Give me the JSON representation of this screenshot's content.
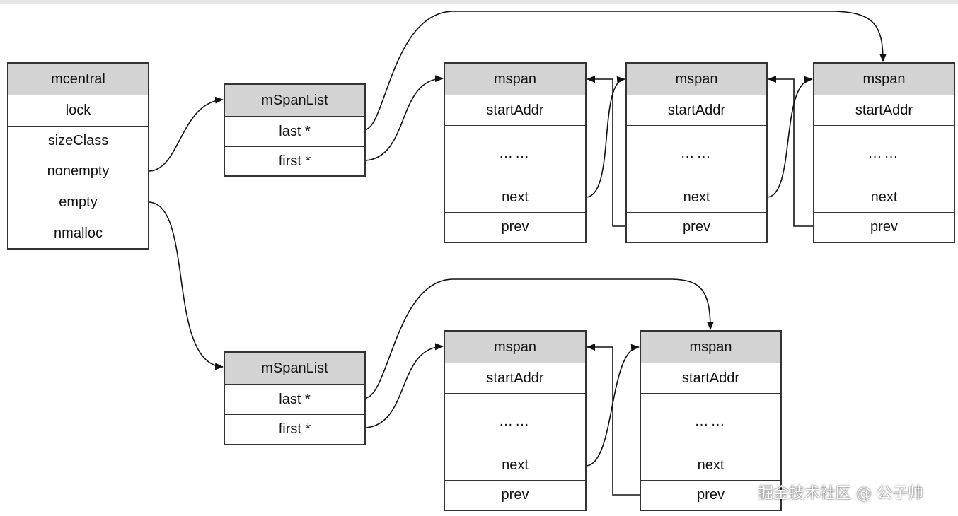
{
  "mcentral": {
    "title": "mcentral",
    "fields": [
      "lock",
      "sizeClass",
      "nonempty",
      "empty",
      "nmalloc"
    ]
  },
  "lists": [
    {
      "mSpanList": {
        "title": "mSpanList",
        "last": "last *",
        "first": "first *"
      },
      "spans": [
        {
          "title": "mspan",
          "start": "startAddr",
          "ellipsis": "……",
          "next": "next",
          "prev": "prev"
        },
        {
          "title": "mspan",
          "start": "startAddr",
          "ellipsis": "……",
          "next": "next",
          "prev": "prev"
        },
        {
          "title": "mspan",
          "start": "startAddr",
          "ellipsis": "……",
          "next": "next",
          "prev": "prev"
        }
      ]
    },
    {
      "mSpanList": {
        "title": "mSpanList",
        "last": "last *",
        "first": "first *"
      },
      "spans": [
        {
          "title": "mspan",
          "start": "startAddr",
          "ellipsis": "……",
          "next": "next",
          "prev": "prev"
        },
        {
          "title": "mspan",
          "start": "startAddr",
          "ellipsis": "……",
          "next": "next",
          "prev": "prev"
        }
      ]
    }
  ],
  "watermark": "掘金技术社区 @ 公子帅"
}
